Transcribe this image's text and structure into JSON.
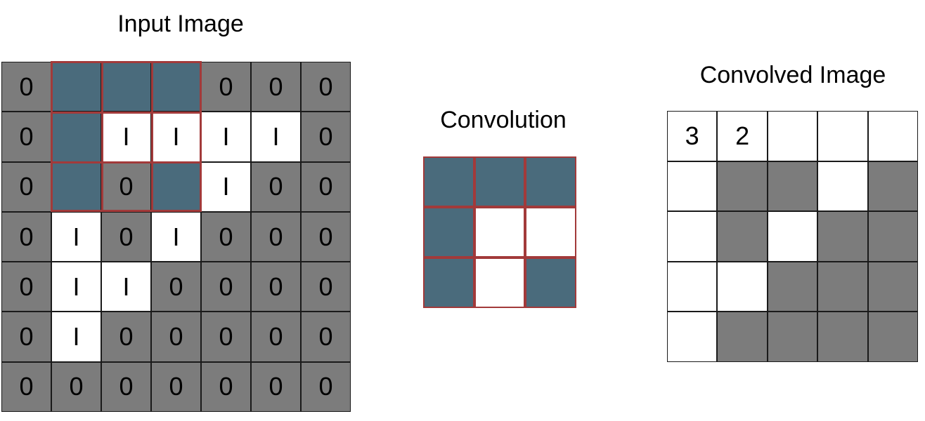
{
  "titles": {
    "input": "Input Image",
    "convolution": "Convolution",
    "output": "Convolved Image"
  },
  "colors": {
    "zero": "#7c7c7c",
    "one": "#ffffff",
    "highlight": "#4a6b7c",
    "window_border": "#a23a3a"
  },
  "input_image": {
    "rows": [
      [
        "0",
        "",
        "",
        "",
        "0",
        "0",
        "0"
      ],
      [
        "0",
        "",
        "I",
        "I",
        "I",
        "I",
        "0"
      ],
      [
        "0",
        "",
        "0",
        "",
        "I",
        "0",
        "0"
      ],
      [
        "0",
        "I",
        "0",
        "I",
        "0",
        "0",
        "0"
      ],
      [
        "0",
        "I",
        "I",
        "0",
        "0",
        "0",
        "0"
      ],
      [
        "0",
        "I",
        "0",
        "0",
        "0",
        "0",
        "0"
      ],
      [
        "0",
        "0",
        "0",
        "0",
        "0",
        "0",
        "0"
      ]
    ],
    "fills": [
      [
        "zero",
        "highlight",
        "highlight",
        "highlight",
        "zero",
        "zero",
        "zero"
      ],
      [
        "zero",
        "highlight",
        "one",
        "one",
        "one",
        "one",
        "zero"
      ],
      [
        "zero",
        "highlight",
        "zero",
        "highlight",
        "one",
        "zero",
        "zero"
      ],
      [
        "zero",
        "one",
        "zero",
        "one",
        "zero",
        "zero",
        "zero"
      ],
      [
        "zero",
        "one",
        "one",
        "zero",
        "zero",
        "zero",
        "zero"
      ],
      [
        "zero",
        "one",
        "zero",
        "zero",
        "zero",
        "zero",
        "zero"
      ],
      [
        "zero",
        "zero",
        "zero",
        "zero",
        "zero",
        "zero",
        "zero"
      ]
    ]
  },
  "kernel": {
    "fills": [
      [
        "highlight",
        "highlight",
        "highlight"
      ],
      [
        "highlight",
        "one",
        "one"
      ],
      [
        "highlight",
        "one",
        "highlight"
      ]
    ]
  },
  "convolved_image": {
    "rows": [
      [
        "3",
        "2",
        "",
        "",
        ""
      ],
      [
        "",
        "",
        "",
        "",
        ""
      ],
      [
        "",
        "",
        "",
        "",
        ""
      ],
      [
        "",
        "",
        "",
        "",
        ""
      ],
      [
        "",
        "",
        "",
        "",
        ""
      ]
    ],
    "fills": [
      [
        "one",
        "one",
        "one",
        "one",
        "one"
      ],
      [
        "one",
        "zero",
        "zero",
        "one",
        "zero"
      ],
      [
        "one",
        "zero",
        "one",
        "zero",
        "zero"
      ],
      [
        "one",
        "one",
        "zero",
        "zero",
        "zero"
      ],
      [
        "one",
        "zero",
        "zero",
        "zero",
        "zero"
      ]
    ]
  }
}
